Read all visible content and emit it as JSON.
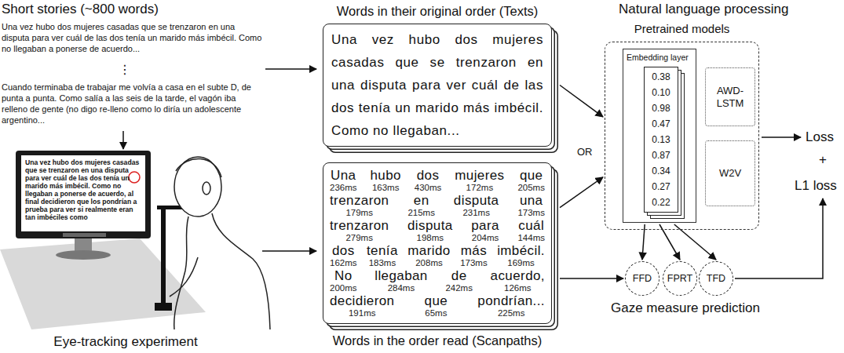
{
  "diagram": {
    "nodes": [
      {
        "text": [
          "Una vez hubo dos mujeres casadas que se trenzaron en una disputa para ver cuál de las dos tenía un marido más imbécil. Como no llegaban a ponerse de acuerdo, al final decidieron que los pondrían a prueba para ver si realmente eran tan imbéciles como"
        ]
      },
      {
        "text": [
          "Words in their original order (Texts)",
          "Una vez hubo dos mujeres casadas que se trenzaron en una disputa para ver cuál de las dos tenía un marido más imbécil. Como no llegaban..."
        ]
      },
      {
        "text": [
          "Words in the order read (Scanpaths)",
          "Una",
          "236ms",
          "hubo",
          "163ms",
          "dos",
          "430ms",
          "mujeres",
          "172ms",
          "que",
          "205ms",
          "trenzaron",
          "179ms",
          "en",
          "215ms",
          "disputa",
          "231ms",
          "una",
          "173ms",
          "trenzaron",
          "279ms",
          "disputa",
          "198ms",
          "para",
          "204ms",
          "cuál",
          "144ms",
          "dos",
          "162ms",
          "tenía",
          "183ms",
          "marido",
          "208ms",
          "más",
          "173ms",
          "imbécil.",
          "169ms",
          "No",
          "200ms",
          "llegaban",
          "284ms",
          "de",
          "242ms",
          "acuerdo,",
          "126ms",
          "decidieron",
          "191ms",
          "que",
          "65ms",
          "pondrían...",
          "225ms"
        ]
      },
      {
        "text": [
          "Pretrained models"
        ]
      },
      {
        "text": [
          "Embedding layer"
        ],
        "in": 3
      },
      {
        "text": [
          "0.38",
          "0.10",
          "0.98",
          "0.47",
          "0.13",
          "0.87",
          "0.34",
          "0.27",
          "0.22"
        ],
        "in": 4
      },
      {
        "text": [
          "AWD-LSTM"
        ],
        "in": 3
      },
      {
        "text": [
          "W2V"
        ],
        "in": 3
      },
      {
        "text": [
          "FFD"
        ]
      },
      {
        "text": [
          "FPRT"
        ]
      },
      {
        "text": [
          "TFD"
        ]
      }
    ],
    "edges": [
      {
        "from": 1,
        "to": 3,
        "arrow": "to"
      },
      {
        "from": 2,
        "to": 3,
        "arrow": "to"
      },
      {
        "from": 2,
        "to": 8,
        "arrow": "to"
      },
      {
        "from": 4,
        "to": 8,
        "arrow": "to"
      },
      {
        "from": 4,
        "to": 9,
        "arrow": "to"
      },
      {
        "from": 4,
        "to": 10,
        "arrow": "to"
      }
    ],
    "labels": [
      "Short stories (~800 words)",
      "Una vez hubo dos mujeres casadas que se trenzaron en una disputa para ver cuál de las dos tenía un marido más imbécil. Como no llegaban a ponerse de acuerdo...",
      "⋮",
      "Cuando terminaba de trabajar me volvía a casa en el subte D, de punta a punta. Como salía a las seis de la tarde, el vagón iba relleno de gente (no digo re-lleno como lo diría un adolescente argentino...",
      "Eye-tracking experiment",
      "OR",
      "Natural language processing",
      "Loss",
      "+",
      "L1 loss",
      "Gaze measure prediction"
    ]
  }
}
